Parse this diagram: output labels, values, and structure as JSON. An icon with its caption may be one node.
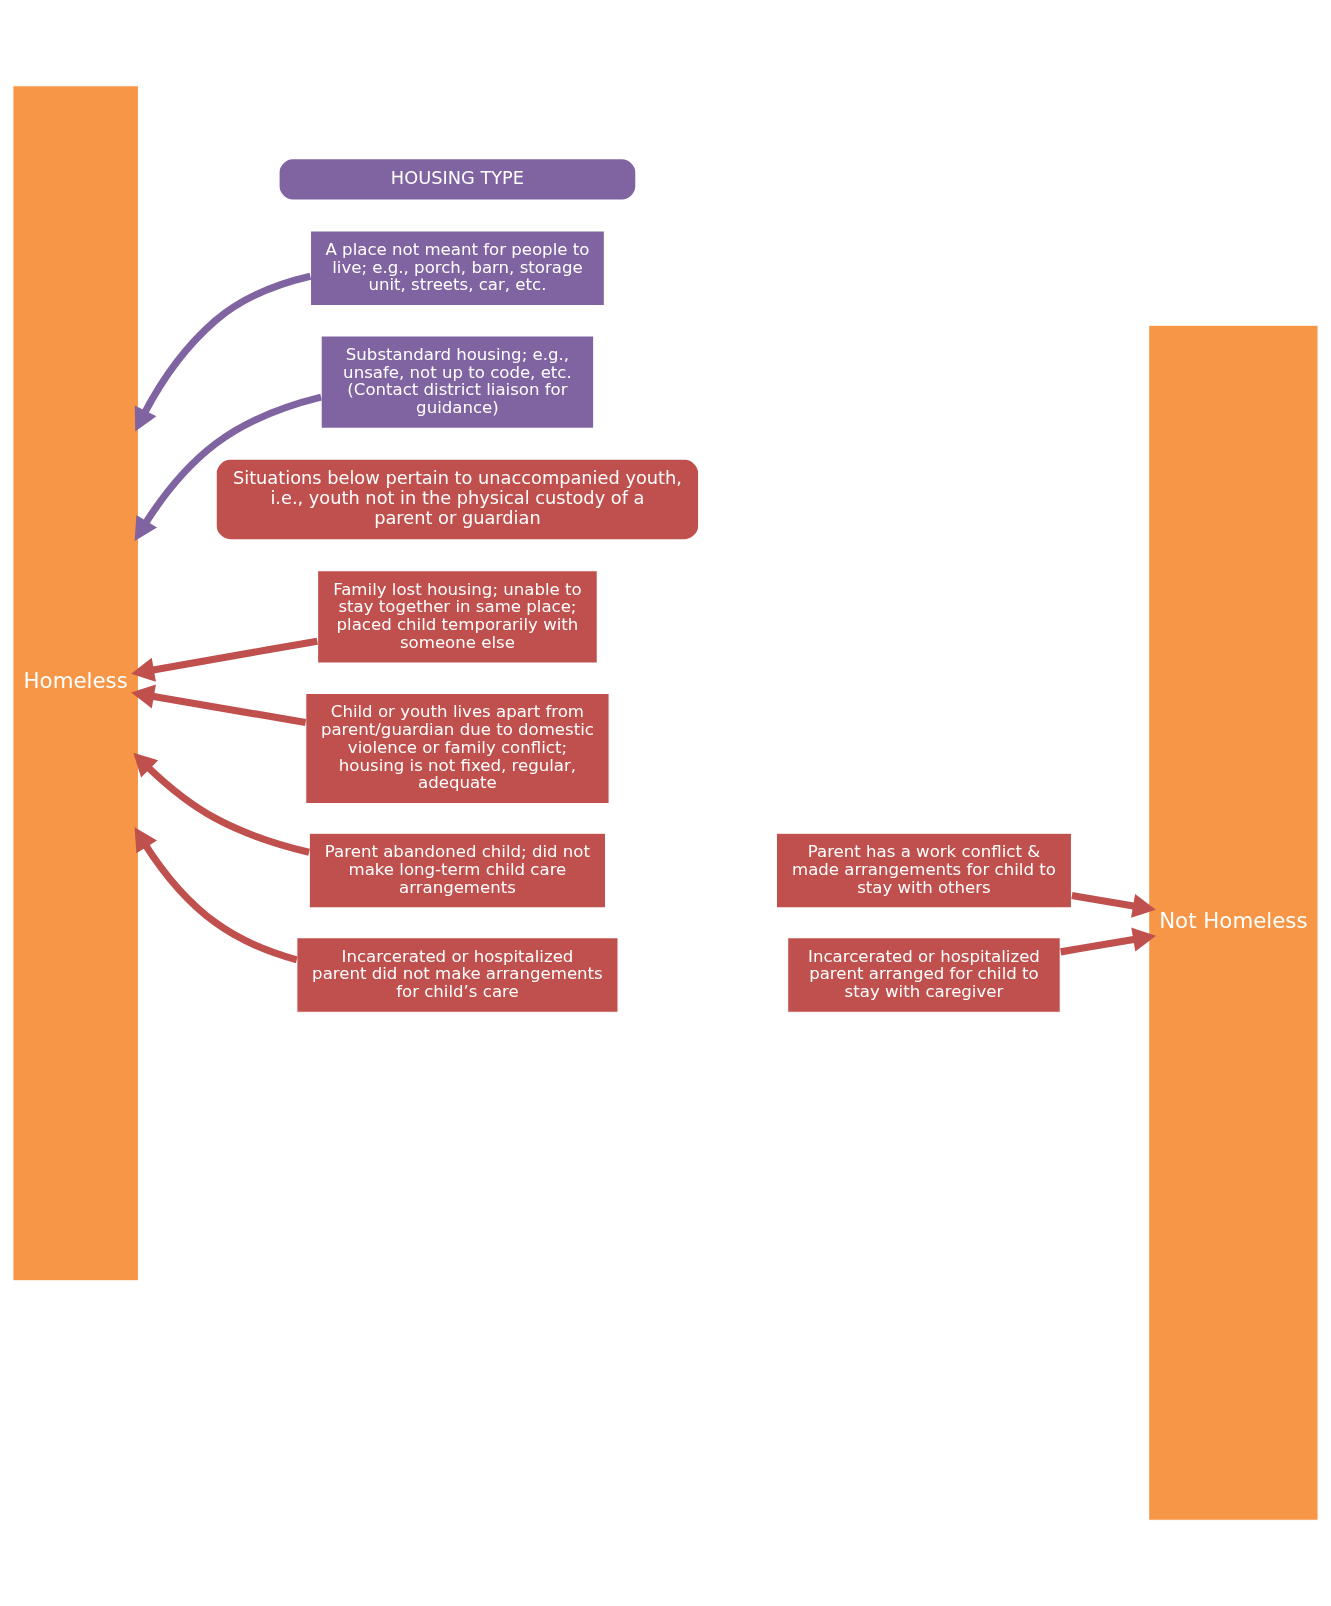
{
  "diagram": {
    "nodes": [
      {
        "text": [
          "Homeless"
        ]
      },
      {
        "text": [
          "Not Homeless"
        ]
      },
      {
        "text": [
          "HOUSING TYPE"
        ]
      },
      {
        "text": [
          "A place not meant for people to live; e.g., porch, barn, storage unit, streets, car, etc."
        ]
      },
      {
        "text": [
          "Substandard housing; e.g., unsafe, not up to code, etc. (Contact district liaison for guidance)"
        ]
      },
      {
        "text": [
          "Situations below pertain to unaccompanied youth, i.e., youth not in the physical custody of a parent or guardian"
        ]
      },
      {
        "text": [
          "Family lost housing; unable to stay together in same place; placed child temporarily with someone else"
        ]
      },
      {
        "text": [
          "Child or youth lives apart from parent/guardian due to domestic violence or family conflict; housing is not fixed, regular, adequate"
        ]
      },
      {
        "text": [
          "Parent abandoned child; did not make long-term child care arrangements"
        ]
      },
      {
        "text": [
          "Parent has a work conflict & made arrangements for child to stay with others"
        ]
      },
      {
        "text": [
          "Incarcerated or hospitalized parent did not make arrangements for child’s care"
        ]
      },
      {
        "text": [
          "Incarcerated or hospitalized parent arranged for child to stay with caregiver"
        ]
      }
    ],
    "edges": [
      {
        "from": 3,
        "to": 0,
        "arrow": "to"
      },
      {
        "from": 4,
        "to": 0,
        "arrow": "to"
      },
      {
        "from": 6,
        "to": 0,
        "arrow": "to"
      },
      {
        "from": 7,
        "to": 0,
        "arrow": "to"
      },
      {
        "from": 8,
        "to": 0,
        "arrow": "to"
      },
      {
        "from": 9,
        "to": 1,
        "arrow": "to"
      },
      {
        "from": 10,
        "to": 0,
        "arrow": "to"
      },
      {
        "from": 11,
        "to": 1,
        "arrow": "to"
      }
    ]
  }
}
